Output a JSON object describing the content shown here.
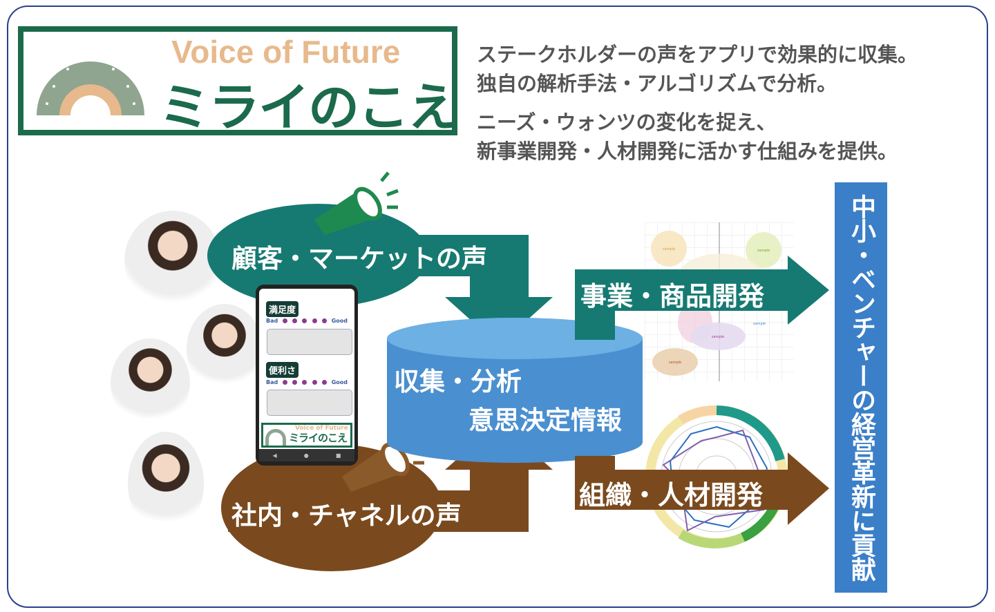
{
  "logo": {
    "subtitle": "Voice of Future",
    "title": "ミライのこえ"
  },
  "description": [
    "ステークホルダーの声をアプリで効果的に収集。",
    "独自の解析手法・アルゴリズムで分析。",
    "ニーズ・ウォンツの変化を捉え、",
    "新事業開発・人材開発に活かす仕組みを提供。"
  ],
  "inputs": {
    "customer": "顧客・マーケットの声",
    "internal": "社内・チャネルの声"
  },
  "hub": {
    "line1": "収集・分析",
    "line2": "意思決定情報"
  },
  "outputs": {
    "business": "事業・商品開発",
    "organization": "組織・人材開発"
  },
  "goal": "中小・ベンチャーの経営革新に貢献",
  "phone": {
    "questions": [
      {
        "label": "満足度",
        "low": "Bad",
        "high": "Good"
      },
      {
        "label": "便利さ",
        "low": "Bad",
        "high": "Good"
      }
    ],
    "logo_subtitle": "Voice of Future",
    "logo_title": "ミライのこえ",
    "nav": [
      "◀",
      "●",
      "■"
    ]
  },
  "bubble_chart": {
    "labels": [
      "sample",
      "sample",
      "sample",
      "sample",
      "sample"
    ]
  },
  "colors": {
    "teal": "#167a72",
    "brown": "#7a4a1e",
    "blue": "#4a90d0",
    "navy": "#2b3f8c",
    "green": "#1b6a4c",
    "tan": "#e7b98c"
  }
}
